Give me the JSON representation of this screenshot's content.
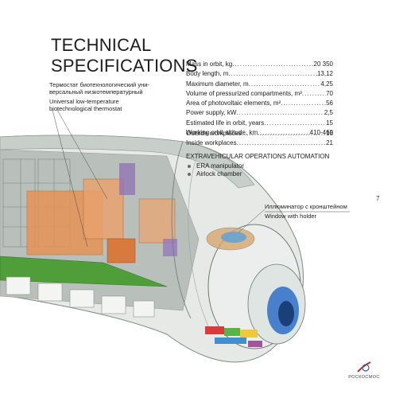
{
  "title": {
    "line1": "TECHNICAL",
    "line2": "SPECIFICATIONS"
  },
  "specs": [
    {
      "label": "Mass in orbit, kg",
      "value": "20 350"
    },
    {
      "label": "Body length, m",
      "value": "13,12"
    },
    {
      "label": "Maximum diameter, m",
      "value": "4,25"
    },
    {
      "label": "Volume of pressurized compartments, m³",
      "value": "70"
    },
    {
      "label": "Area of photovoltaic elements, m²",
      "value": "56"
    },
    {
      "label": "Power supply, kW",
      "value": "2,5"
    },
    {
      "label": "Estimated life in orbit, years",
      "value": "15"
    },
    {
      "label": "Working orbit altitude, km",
      "value": "410-460"
    }
  ],
  "workplaces": [
    {
      "label": "Outside workplaces",
      "value": "16"
    },
    {
      "label": "Inside workplaces",
      "value": "21"
    }
  ],
  "eva": {
    "heading": "EXTRAVEHICULAR OPERATIONS AUTOMATION",
    "items": [
      "ERA manipulator",
      "Airlock chamber"
    ]
  },
  "callouts": {
    "thermostat": {
      "ru_line1": "Термостат биотехнологический уни-",
      "ru_line2": "версальный низкотемпературный",
      "en_line1": "Universal low-temperature",
      "en_line2": "biotechnological thermostat"
    },
    "window": {
      "ru": "Иллюминатор с кронштейном",
      "en": "Window with holder"
    }
  },
  "page_number": "7",
  "logo_text": "РОСКОСМОС",
  "colors": {
    "hull": "#dfe3e0",
    "orange": "#e59357",
    "green": "#4f9e3a",
    "blue": "#2f6fc8",
    "text": "#1c1c1c"
  }
}
